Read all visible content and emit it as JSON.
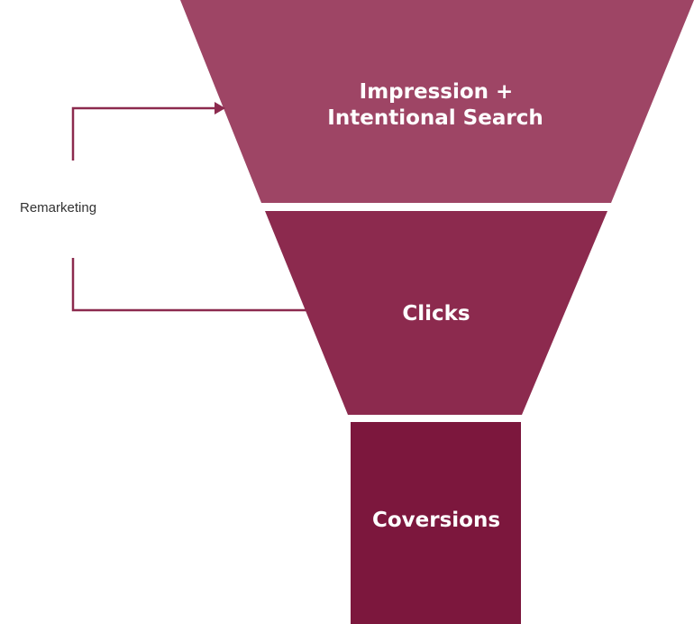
{
  "diagram": {
    "stages": [
      {
        "label_lines": [
          "Impression +",
          "Intentional Search"
        ],
        "color": "#9e4565"
      },
      {
        "label_lines": [
          "Clicks"
        ],
        "color": "#8c2a4e"
      },
      {
        "label_lines": [
          "Coversions"
        ],
        "color": "#7c173d"
      }
    ],
    "loop": {
      "label": "Remarketing",
      "color": "#8c2a4e"
    }
  }
}
